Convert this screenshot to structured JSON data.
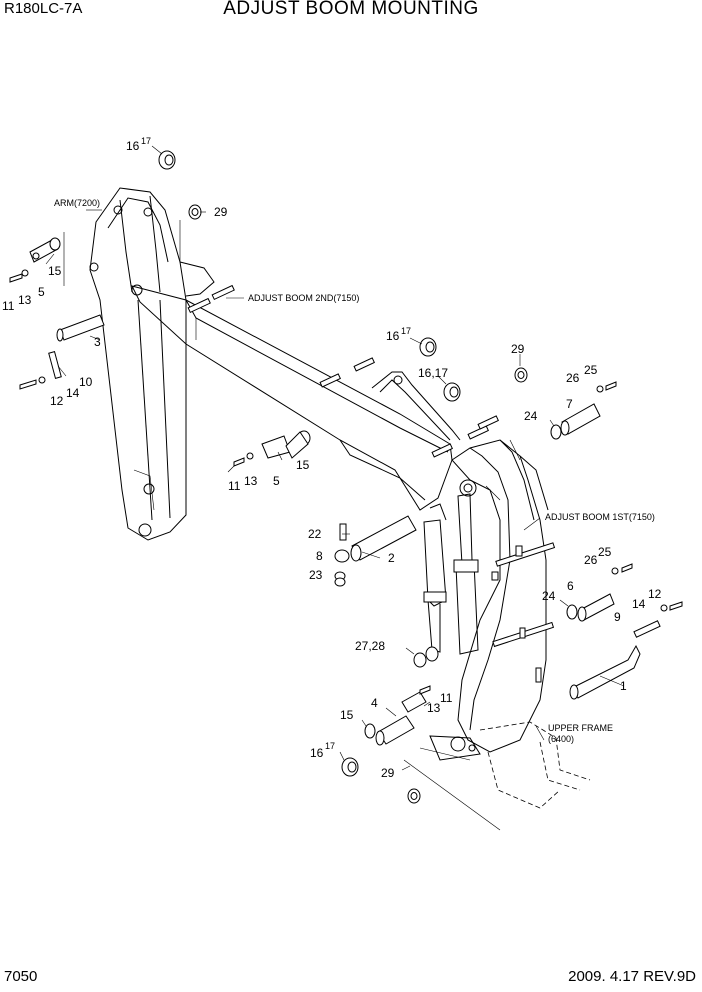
{
  "header": {
    "model": "R180LC-7A",
    "title": "ADJUST BOOM MOUNTING"
  },
  "footer": {
    "page_number": "7050",
    "revision": "2009. 4.17  REV.9D"
  },
  "assemblies": {
    "arm": "ARM(7200)",
    "boom_2nd": "ADJUST BOOM 2ND(7150)",
    "boom_1st": "ADJUST BOOM 1ST(7150)",
    "upper_frame_line1": "UPPER FRAME",
    "upper_frame_line2": "(6400)"
  },
  "callouts": [
    {
      "id": "c1",
      "main": "16",
      "sup": "17"
    },
    {
      "id": "c2",
      "main": "29",
      "sup": ""
    },
    {
      "id": "c3",
      "main": "15",
      "sup": ""
    },
    {
      "id": "c4",
      "main": "11",
      "sup": ""
    },
    {
      "id": "c5",
      "main": "13",
      "sup": ""
    },
    {
      "id": "c6",
      "main": "5",
      "sup": ""
    },
    {
      "id": "c7",
      "main": "3",
      "sup": ""
    },
    {
      "id": "c8",
      "main": "10",
      "sup": ""
    },
    {
      "id": "c9",
      "main": "14",
      "sup": ""
    },
    {
      "id": "c10",
      "main": "12",
      "sup": ""
    },
    {
      "id": "c11",
      "main": "16",
      "sup": "17"
    },
    {
      "id": "c12",
      "main": "16,17",
      "sup": ""
    },
    {
      "id": "c13",
      "main": "29",
      "sup": ""
    },
    {
      "id": "c14",
      "main": "26",
      "sup": ""
    },
    {
      "id": "c15",
      "main": "25",
      "sup": ""
    },
    {
      "id": "c16",
      "main": "7",
      "sup": ""
    },
    {
      "id": "c17",
      "main": "24",
      "sup": ""
    },
    {
      "id": "c18",
      "main": "11",
      "sup": ""
    },
    {
      "id": "c19",
      "main": "13",
      "sup": ""
    },
    {
      "id": "c20",
      "main": "5",
      "sup": ""
    },
    {
      "id": "c21",
      "main": "15",
      "sup": ""
    },
    {
      "id": "c22",
      "main": "22",
      "sup": ""
    },
    {
      "id": "c23",
      "main": "8",
      "sup": ""
    },
    {
      "id": "c24",
      "main": "23",
      "sup": ""
    },
    {
      "id": "c25",
      "main": "2",
      "sup": ""
    },
    {
      "id": "c26",
      "main": "26",
      "sup": ""
    },
    {
      "id": "c27",
      "main": "25",
      "sup": ""
    },
    {
      "id": "c28",
      "main": "6",
      "sup": ""
    },
    {
      "id": "c29",
      "main": "24",
      "sup": ""
    },
    {
      "id": "c30",
      "main": "12",
      "sup": ""
    },
    {
      "id": "c31",
      "main": "14",
      "sup": ""
    },
    {
      "id": "c32",
      "main": "9",
      "sup": ""
    },
    {
      "id": "c33",
      "main": "27,28",
      "sup": ""
    },
    {
      "id": "c34",
      "main": "1",
      "sup": ""
    },
    {
      "id": "c35",
      "main": "4",
      "sup": ""
    },
    {
      "id": "c36",
      "main": "11",
      "sup": ""
    },
    {
      "id": "c37",
      "main": "13",
      "sup": ""
    },
    {
      "id": "c38",
      "main": "15",
      "sup": ""
    },
    {
      "id": "c39",
      "main": "16",
      "sup": "17"
    },
    {
      "id": "c40",
      "main": "29",
      "sup": ""
    }
  ]
}
